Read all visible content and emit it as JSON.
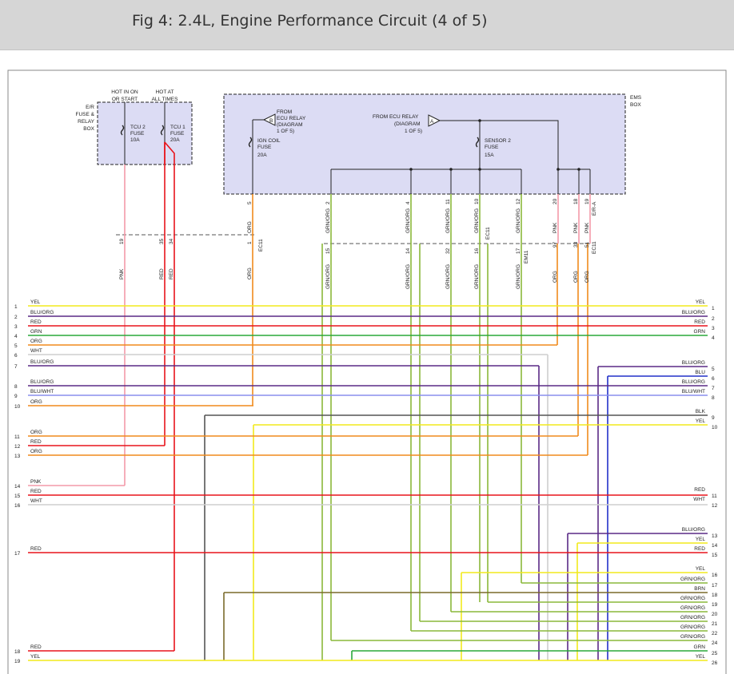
{
  "title": "Fig 4: 2.4L, Engine Performance Circuit (4 of 5)",
  "colors": {
    "YEL": "#f2ea1c",
    "BLU/ORG": "#5a2a86",
    "RED": "#e8141b",
    "GRN": "#2aa83a",
    "ORG": "#f08a1c",
    "WHT": "#cfcfcf",
    "BLU/WHT": "#8a8fee",
    "PNK": "#f49aa8",
    "BLK": "#555555",
    "BLU": "#2230c8",
    "BRN": "#7a6a2a",
    "GRN/ORG": "#8ab83a"
  },
  "boxes": {
    "er_fuse": {
      "label": [
        "E/R",
        "FUSE &",
        "RELAY",
        "BOX"
      ]
    },
    "hot_on": [
      "HOT IN ON",
      "OR START"
    ],
    "hot_all": [
      "HOT AT",
      "ALL TIMES"
    ],
    "tcu2": [
      "TCU 2",
      "FUSE",
      "10A"
    ],
    "tcu1": [
      "TCU 1",
      "FUSE",
      "20A"
    ],
    "ems": [
      "EMS",
      "BOX"
    ],
    "ecu_relay_b": [
      "FROM",
      "ECU RELAY",
      "(DIAGRAM",
      "1 OF 5)"
    ],
    "ign_coil": [
      "IGN COIL",
      "FUSE",
      "20A"
    ],
    "ecu_relay_a": [
      "FROM ECU RELAY",
      "(DIAGRAM",
      "1 OF 5)"
    ],
    "sensor2": [
      "SENSOR 2",
      "FUSE",
      "15A"
    ],
    "b_letter": "B",
    "a_letter": "A"
  },
  "top_pins": [
    {
      "pin": "5",
      "color": "ORG"
    },
    {
      "pin": "2",
      "color": "GRN/ORG"
    },
    {
      "pin": "4",
      "color": "GRN/ORG"
    },
    {
      "pin": "11",
      "color": "GRN/ORG"
    },
    {
      "pin": "10",
      "color": "GRN/ORG"
    },
    {
      "pin": "12",
      "color": "GRN/ORG"
    },
    {
      "pin": "20",
      "color": "PNK"
    },
    {
      "pin": "18",
      "color": "PNK"
    },
    {
      "pin": "19",
      "color": "PNK"
    }
  ],
  "connector_labels": {
    "ec11": "EC11",
    "em11": "EM11",
    "e_ra": "E/R-A"
  },
  "mid_pins": [
    {
      "pin": "19",
      "color": "PNK"
    },
    {
      "pin": "35",
      "color": "RED"
    },
    {
      "pin": "34",
      "color": "RED"
    },
    {
      "pin": "1",
      "color": "ORG"
    },
    {
      "pin": "15",
      "color": "GRN/ORG"
    },
    {
      "pin": "14",
      "color": "GRN/ORG"
    },
    {
      "pin": "32",
      "color": "GRN/ORG"
    },
    {
      "pin": "16",
      "color": "GRN/ORG"
    },
    {
      "pin": "17",
      "color": "GRN/ORG"
    },
    {
      "pin": "97",
      "color": "ORG"
    },
    {
      "pin": "33",
      "color": "ORG"
    },
    {
      "pin": "51",
      "color": "ORG"
    }
  ],
  "left_wires": [
    {
      "n": "1",
      "label": "YEL"
    },
    {
      "n": "2",
      "label": "BLU/ORG"
    },
    {
      "n": "3",
      "label": "RED"
    },
    {
      "n": "4",
      "label": "GRN"
    },
    {
      "n": "5",
      "label": "ORG"
    },
    {
      "n": "6",
      "label": "WHT"
    },
    {
      "n": "7",
      "label": "BLU/ORG"
    },
    {
      "n": "8",
      "label": "BLU/ORG"
    },
    {
      "n": "9",
      "label": "BLU/WHT"
    },
    {
      "n": "10",
      "label": "ORG"
    },
    {
      "n": "11",
      "label": "ORG"
    },
    {
      "n": "12",
      "label": "RED"
    },
    {
      "n": "13",
      "label": "ORG"
    },
    {
      "n": "14",
      "label": "PNK"
    },
    {
      "n": "15",
      "label": "RED"
    },
    {
      "n": "16",
      "label": "WHT"
    },
    {
      "n": "17",
      "label": "RED"
    },
    {
      "n": "18",
      "label": "RED"
    },
    {
      "n": "19",
      "label": "YEL"
    }
  ],
  "right_wires": [
    {
      "n": "1",
      "label": "YEL"
    },
    {
      "n": "2",
      "label": "BLU/ORG"
    },
    {
      "n": "3",
      "label": "RED"
    },
    {
      "n": "4",
      "label": "GRN"
    },
    {
      "n": "5",
      "label": "BLU/ORG"
    },
    {
      "n": "6",
      "label": "BLU"
    },
    {
      "n": "7",
      "label": "BLU/ORG"
    },
    {
      "n": "8",
      "label": "BLU/WHT"
    },
    {
      "n": "9",
      "label": "BLK"
    },
    {
      "n": "10",
      "label": "YEL"
    },
    {
      "n": "11",
      "label": "RED"
    },
    {
      "n": "12",
      "label": "WHT"
    },
    {
      "n": "13",
      "label": "BLU/ORG"
    },
    {
      "n": "14",
      "label": "YEL"
    },
    {
      "n": "15",
      "label": "RED"
    },
    {
      "n": "16",
      "label": "YEL"
    },
    {
      "n": "17",
      "label": "GRN/ORG"
    },
    {
      "n": "18",
      "label": "BRN"
    },
    {
      "n": "19",
      "label": "GRN/ORG"
    },
    {
      "n": "20",
      "label": "GRN/ORG"
    },
    {
      "n": "21",
      "label": "GRN/ORG"
    },
    {
      "n": "22",
      "label": "GRN/ORG"
    },
    {
      "n": "24",
      "label": "GRN/ORG"
    },
    {
      "n": "25",
      "label": "GRN"
    },
    {
      "n": "26",
      "label": "YEL"
    }
  ]
}
